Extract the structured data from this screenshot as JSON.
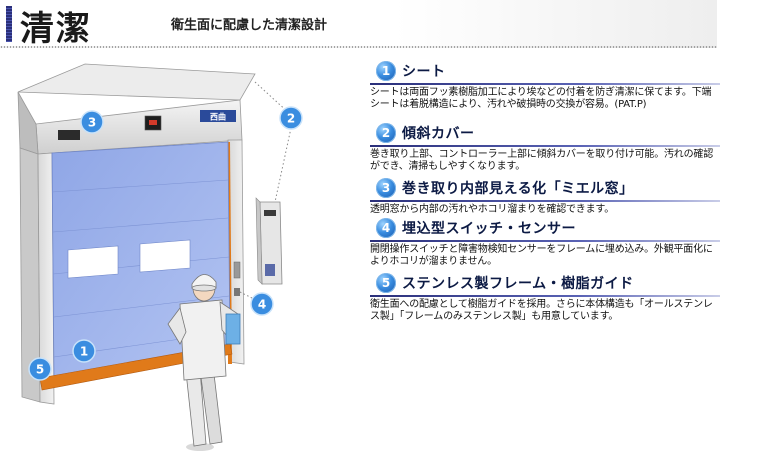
{
  "header": {
    "title": "清潔",
    "subtitle": "衛生面に配慮した清潔設計"
  },
  "illustration": {
    "brand_plate": "西曲",
    "badges": [
      "1",
      "2",
      "3",
      "4",
      "5"
    ]
  },
  "features": [
    {
      "num": "1",
      "title": "シート",
      "desc": "シートは両面フッ素樹脂加工により埃などの付着を防ぎ清潔に保てます。下端シートは着脱構造により、汚れや破損時の交換が容易。(PAT.P)"
    },
    {
      "num": "2",
      "title": "傾斜カバー",
      "desc": "巻き取り上部、コントローラー上部に傾斜カバーを取り付け可能。汚れの確認ができ、清掃もしやすくなります。"
    },
    {
      "num": "3",
      "title": "巻き取り内部見える化「ミエル窓」",
      "desc": "透明窓から内部の汚れやホコリ溜まりを確認できます。"
    },
    {
      "num": "4",
      "title": "埋込型スイッチ・センサー",
      "desc": "開閉操作スイッチと障害物検知センサーをフレームに埋め込み。外観平面化によりホコリが溜まりません。"
    },
    {
      "num": "5",
      "title": "ステンレス製フレーム・樹脂ガイド",
      "desc": "衛生面への配慮として樹脂ガイドを採用。さらに本体構造も「オールステンレス製」「フレームのみステンレス製」も用意しています。"
    }
  ],
  "colors": {
    "accent_navy": "#2a2f7a",
    "badge_blue": "#3a8de0",
    "curtain_blue": "#9fb4ec",
    "guide_orange": "#e07a1a"
  }
}
